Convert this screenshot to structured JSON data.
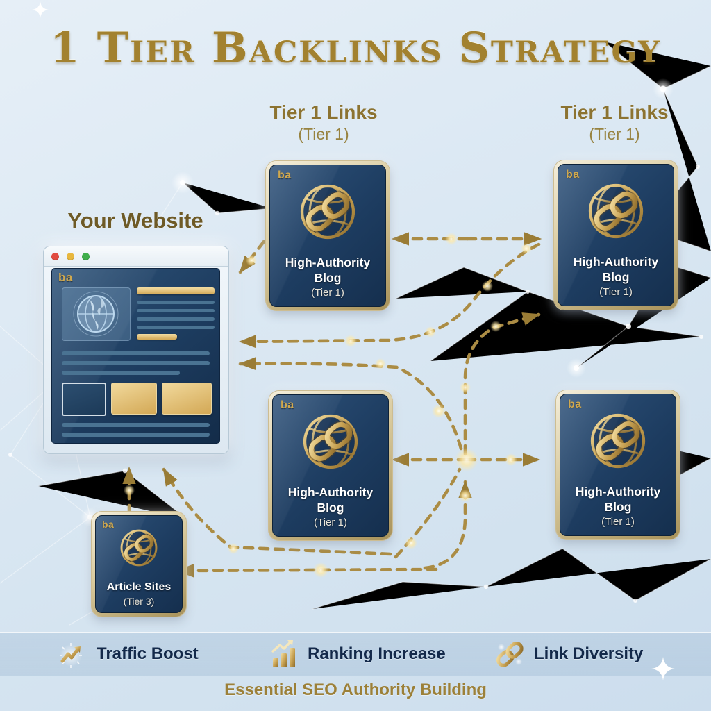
{
  "title": "1 Tier Backlinks Strategy",
  "tier_headers": {
    "left": {
      "title": "Tier 1 Links",
      "subtitle": "(Tier 1)"
    },
    "right": {
      "title": "Tier 1 Links",
      "subtitle": "(Tier 1)"
    }
  },
  "website": {
    "label": "Your Website",
    "logo": "ba"
  },
  "blog_card": {
    "logo": "ba",
    "line1": "High-Authority",
    "line2": "Blog",
    "tier": "(Tier 1)"
  },
  "article_card": {
    "logo": "ba",
    "title": "Article Sites",
    "tier": "(Tier 3)"
  },
  "legend": {
    "items": [
      {
        "icon": "trend-arrow-icon",
        "label": "Traffic Boost"
      },
      {
        "icon": "bar-chart-icon",
        "label": "Ranking Increase"
      },
      {
        "icon": "chain-link-icon",
        "label": "Link Diversity"
      }
    ]
  },
  "footer": "Essential SEO Authority Building",
  "colors": {
    "gold_arrow": "#ab8c44",
    "gold_title": "#a2812f",
    "card_navy": "#1d3c60",
    "background": "#d8e6f2",
    "legend_text": "#13294a",
    "footer_gold": "#9c8038"
  }
}
